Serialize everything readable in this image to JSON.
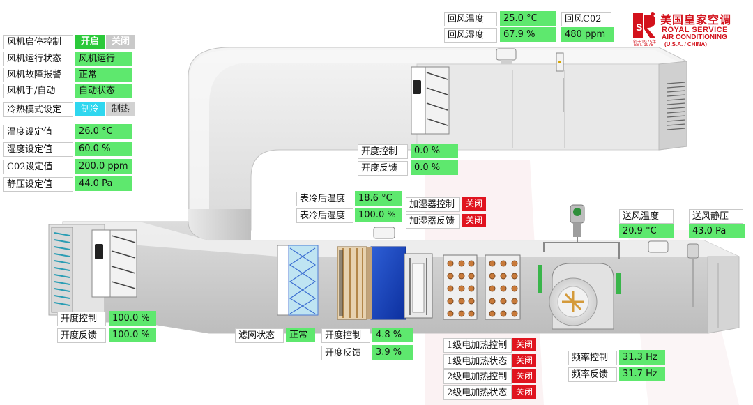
{
  "left_panel": {
    "fan_start_stop": {
      "label": "风机启停控制",
      "on": "开启",
      "off": "关闭"
    },
    "fan_run_state": {
      "label": "风机运行状态",
      "value": "风机运行"
    },
    "fan_fault": {
      "label": "风机故障报警",
      "value": "正常"
    },
    "fan_manual_auto": {
      "label": "风机手/自动",
      "value": "自动状态"
    },
    "mode": {
      "label": "冷热模式设定",
      "cool": "制冷",
      "heat": "制热"
    },
    "temp_set": {
      "label": "温度设定值",
      "value": "26.0 °C"
    },
    "humidity_set": {
      "label": "湿度设定值",
      "value": "60.0 %"
    },
    "co2_set": {
      "label": "C02设定值",
      "value": "200.0 ppm"
    },
    "pressure_set": {
      "label": "静压设定值",
      "value": "44.0 Pa"
    }
  },
  "return_air": {
    "temp": {
      "label": "回风温度",
      "value": "25.0 °C"
    },
    "humidity": {
      "label": "回风湿度",
      "value": "67.9 %"
    },
    "co2": {
      "label": "回风C02",
      "value": "480 ppm"
    }
  },
  "brand": {
    "cn": "美国皇家空调",
    "en1": "ROYAL SERVICE",
    "en2": "AIR CONDITIONING",
    "en3": "(U.S.A. / CHINA)",
    "est_cn": "创于1975年",
    "est_en": "EST. 1975"
  },
  "return_damper": {
    "control": {
      "label": "开度控制",
      "value": "0.0 %"
    },
    "feedback": {
      "label": "开度反馈",
      "value": "0.0 %"
    }
  },
  "coil": {
    "temp": {
      "label": "表冷后温度",
      "value": "18.6 °C"
    },
    "humidity": {
      "label": "表冷后湿度",
      "value": "100.0 %"
    }
  },
  "humidifier": {
    "control": {
      "label": "加湿器控制",
      "value": "关闭"
    },
    "feedback": {
      "label": "加湿器反馈",
      "value": "关闭"
    }
  },
  "supply_air": {
    "temp": {
      "label": "送风温度",
      "value": "20.9 °C"
    },
    "pressure": {
      "label": "送风静压",
      "value": "43.0 Pa"
    }
  },
  "fresh_damper": {
    "control": {
      "label": "开度控制",
      "value": "100.0 %"
    },
    "feedback": {
      "label": "开度反馈",
      "value": "100.0 %"
    }
  },
  "filter": {
    "label": "滤网状态",
    "value": "正常"
  },
  "valve": {
    "control": {
      "label": "开度控制",
      "value": "4.8 %"
    },
    "feedback": {
      "label": "开度反馈",
      "value": "3.9 %"
    }
  },
  "heaters": [
    {
      "label": "1级电加热控制",
      "value": "关闭"
    },
    {
      "label": "1级电加热状态",
      "value": "关闭"
    },
    {
      "label": "2级电加热控制",
      "value": "关闭"
    },
    {
      "label": "2级电加热状态",
      "value": "关闭"
    }
  ],
  "vfd": {
    "freq_control": {
      "label": "频率控制",
      "value": "31.3 Hz"
    },
    "freq_feedback": {
      "label": "频率反馈",
      "value": "31.7 Hz"
    }
  },
  "colors": {
    "value_green": "#5ee86e",
    "alarm_red": "#e0141f",
    "on_green": "#2bc93a",
    "cool_cyan": "#2fd7ef",
    "brand_red": "#d3121c"
  }
}
